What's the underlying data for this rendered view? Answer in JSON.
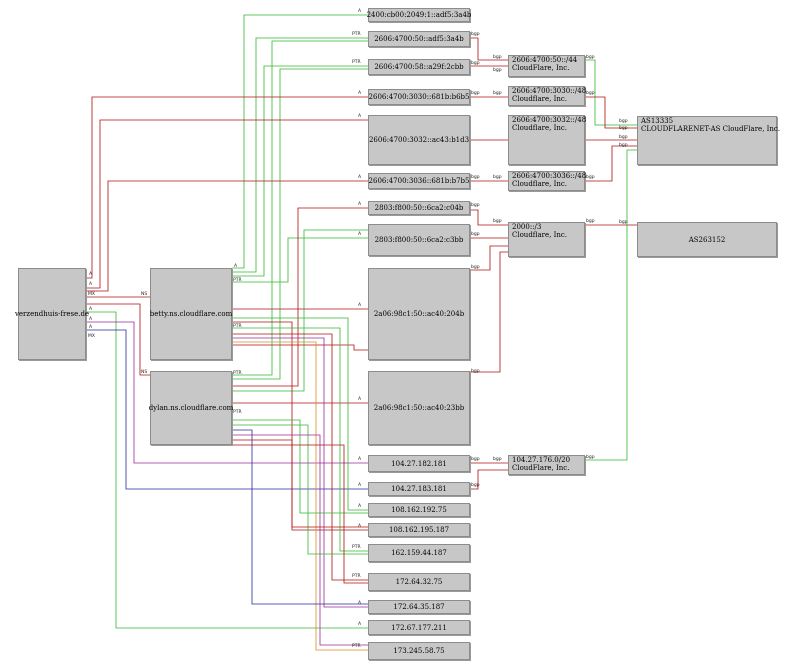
{
  "nodes": {
    "verzendhuis": "verzendhuis-frese.de",
    "betty": "betty.ns.cloudflare.com",
    "dylan": "dylan.ns.cloudflare.com",
    "ip6_1": "2400:cb00:2049:1::adf5:3a4b",
    "ip6_2": "2606:4700:50::adf5:3a4b",
    "ip6_3": "2606:4700:58::a29f:2cbb",
    "ip6_4": "2606:4700:3030::681b:b6b5",
    "ip6_5": "2606:4700:3032::ac43:b1d3",
    "ip6_6": "2606:4700:3036::681b:b7b5",
    "ip6_7": "2803:f800:50::6ca2:c04b",
    "ip6_8": "2803:f800:50::6ca2:c3bb",
    "ip6_9": "2a06:98c1:50::ac40:204b",
    "ip6_10": "2a06:98c1:50::ac40:23bb",
    "ip4_1": "104.27.182.181",
    "ip4_2": "104.27.183.181",
    "ip4_3": "108.162.192.75",
    "ip4_4": "108.162.195.187",
    "ip4_5": "162.159.44.187",
    "ip4_6": "172.64.32.75",
    "ip4_7": "172.64.35.187",
    "ip4_8": "172.67.177.211",
    "ip4_9": "173.245.58.75",
    "pfx_1": {
      "line1": "2606:4700:50::/44",
      "line2": "CloudFlare, Inc."
    },
    "pfx_2": {
      "line1": "2606:4700:3030::/48",
      "line2": "Cloudflare, Inc."
    },
    "pfx_3": {
      "line1": "2606:4700:3032::/48",
      "line2": "Cloudflare, Inc."
    },
    "pfx_4": {
      "line1": "2606:4700:3036::/48",
      "line2": "Cloudflare, Inc."
    },
    "pfx_5": {
      "line1": "2000::/3",
      "line2": "Cloudflare, Inc."
    },
    "pfx_6": {
      "line1": "104.27.176.0/20",
      "line2": "CloudFlare, Inc."
    },
    "as_1": {
      "line1": "AS13335",
      "line2": "CLOUDFLARENET-AS CloudFlare, Inc."
    },
    "as_2": "AS263152"
  },
  "edge_labels": {
    "a": "A",
    "ptr": "PTR",
    "mx": "MX",
    "ns": "NS",
    "bgp": "bgp"
  },
  "colors": {
    "green": "#33b833",
    "red": "#b01010",
    "blue": "#2a2aa0",
    "purple": "#9a2a9a",
    "orange": "#e08a20"
  }
}
